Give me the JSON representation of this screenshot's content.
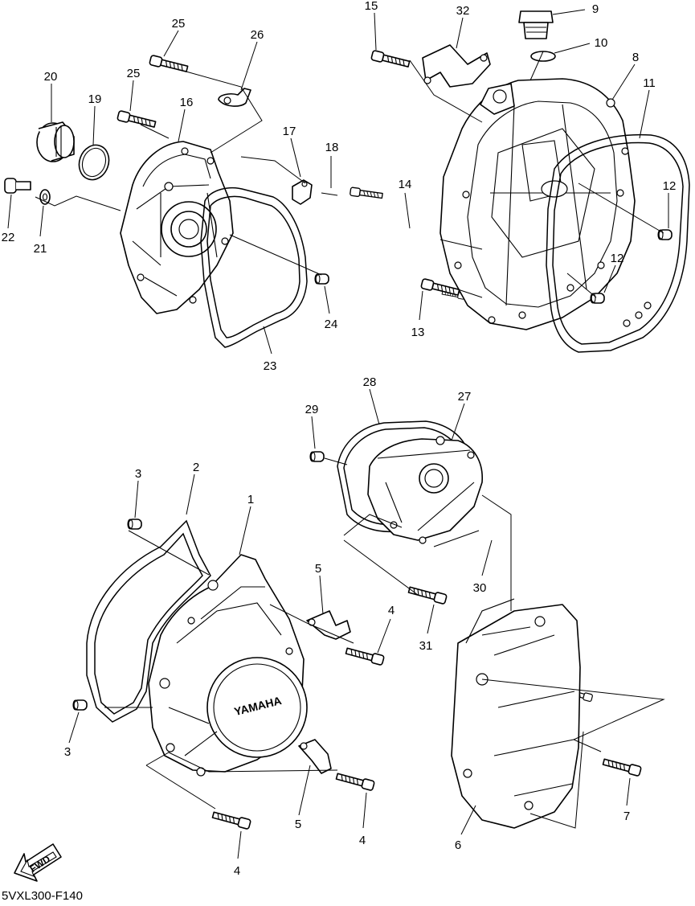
{
  "diagram": {
    "code": "5VXL300-F140",
    "fwd_label": "FWD",
    "logo_text": "YAMAHA"
  },
  "callouts": [
    {
      "id": "c1",
      "label": "1"
    },
    {
      "id": "c2",
      "label": "2"
    },
    {
      "id": "c3a",
      "label": "3"
    },
    {
      "id": "c3b",
      "label": "3"
    },
    {
      "id": "c4a",
      "label": "4"
    },
    {
      "id": "c4b",
      "label": "4"
    },
    {
      "id": "c4c",
      "label": "4"
    },
    {
      "id": "c5a",
      "label": "5"
    },
    {
      "id": "c5b",
      "label": "5"
    },
    {
      "id": "c6",
      "label": "6"
    },
    {
      "id": "c7",
      "label": "7"
    },
    {
      "id": "c8",
      "label": "8"
    },
    {
      "id": "c9",
      "label": "9"
    },
    {
      "id": "c10",
      "label": "10"
    },
    {
      "id": "c11",
      "label": "11"
    },
    {
      "id": "c12a",
      "label": "12"
    },
    {
      "id": "c12b",
      "label": "12"
    },
    {
      "id": "c13",
      "label": "13"
    },
    {
      "id": "c14",
      "label": "14"
    },
    {
      "id": "c15",
      "label": "15"
    },
    {
      "id": "c16",
      "label": "16"
    },
    {
      "id": "c17",
      "label": "17"
    },
    {
      "id": "c18",
      "label": "18"
    },
    {
      "id": "c19",
      "label": "19"
    },
    {
      "id": "c20",
      "label": "20"
    },
    {
      "id": "c21",
      "label": "21"
    },
    {
      "id": "c22",
      "label": "22"
    },
    {
      "id": "c23",
      "label": "23"
    },
    {
      "id": "c24",
      "label": "24"
    },
    {
      "id": "c25a",
      "label": "25"
    },
    {
      "id": "c25b",
      "label": "25"
    },
    {
      "id": "c26",
      "label": "26"
    },
    {
      "id": "c27",
      "label": "27"
    },
    {
      "id": "c28",
      "label": "28"
    },
    {
      "id": "c29",
      "label": "29"
    },
    {
      "id": "c30",
      "label": "30"
    },
    {
      "id": "c31",
      "label": "31"
    },
    {
      "id": "c32",
      "label": "32"
    }
  ]
}
